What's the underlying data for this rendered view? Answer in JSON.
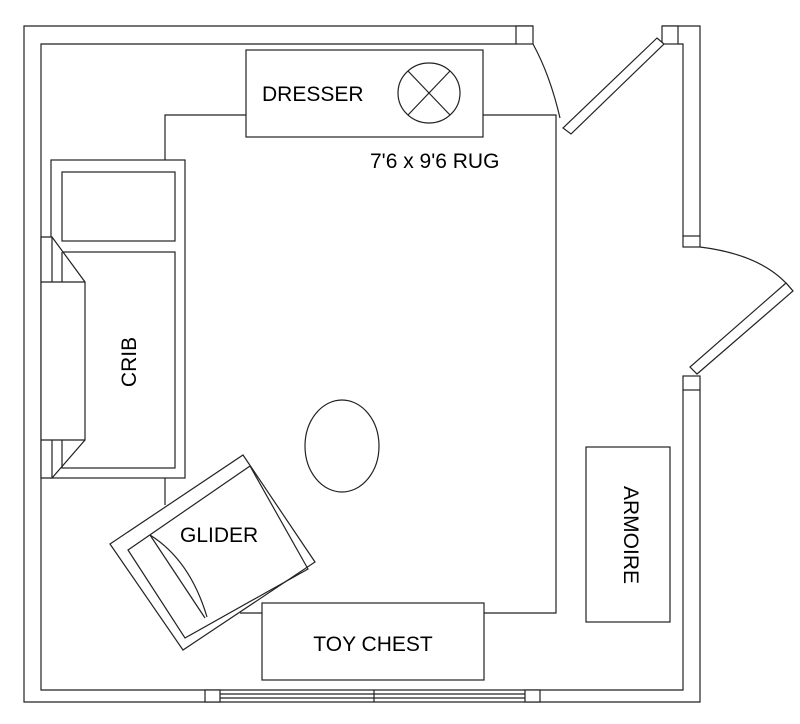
{
  "labels": {
    "dresser": "DRESSER",
    "rug": "7'6 x 9'6 RUG",
    "crib": "CRIB",
    "glider": "GLIDER",
    "toy_chest": "TOY CHEST",
    "armoire": "ARMOIRE"
  },
  "colors": {
    "line": "#222222",
    "background": "#ffffff"
  }
}
